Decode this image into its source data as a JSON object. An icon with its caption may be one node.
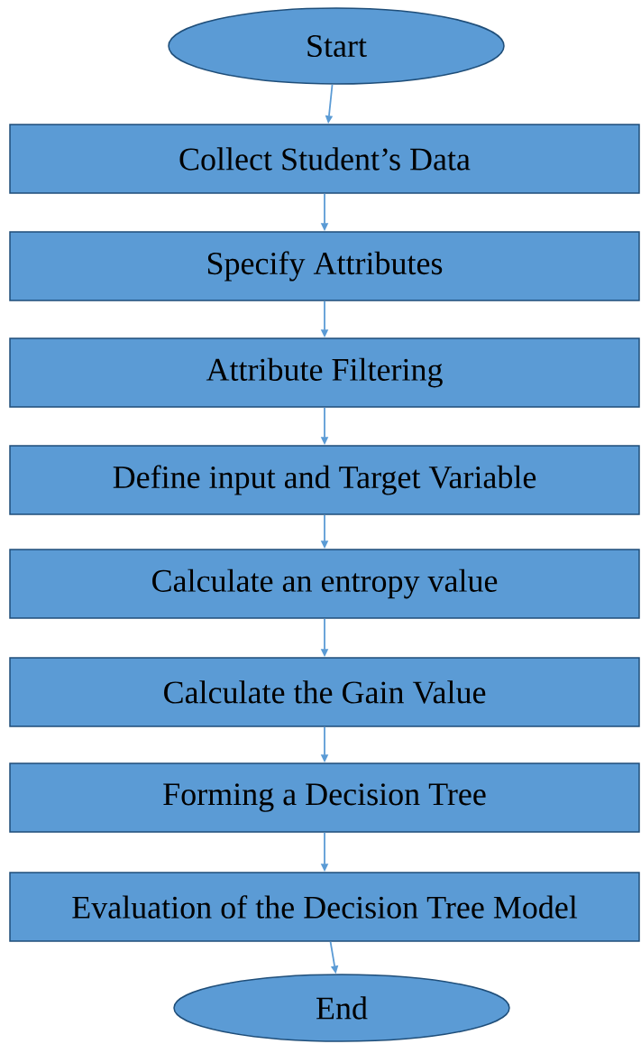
{
  "diagram": {
    "nodes": [
      {
        "text": [
          "Start"
        ]
      },
      {
        "text": [
          "Collect Student’s Data"
        ]
      },
      {
        "text": [
          "Specify Attributes"
        ]
      },
      {
        "text": [
          "Attribute Filtering"
        ]
      },
      {
        "text": [
          "Define input and Target Variable"
        ]
      },
      {
        "text": [
          "Calculate an entropy value"
        ]
      },
      {
        "text": [
          "Calculate the Gain Value"
        ]
      },
      {
        "text": [
          "Forming a Decision Tree"
        ]
      },
      {
        "text": [
          "Evaluation of the Decision Tree Model"
        ]
      },
      {
        "text": [
          "End"
        ]
      }
    ],
    "edges": [
      {
        "from": 0,
        "to": 1,
        "arrow": "to"
      },
      {
        "from": 1,
        "to": 2,
        "arrow": "to"
      },
      {
        "from": 2,
        "to": 3,
        "arrow": "to"
      },
      {
        "from": 3,
        "to": 4,
        "arrow": "to"
      },
      {
        "from": 4,
        "to": 5,
        "arrow": "to"
      },
      {
        "from": 5,
        "to": 6,
        "arrow": "to"
      },
      {
        "from": 6,
        "to": 7,
        "arrow": "to"
      },
      {
        "from": 7,
        "to": 8,
        "arrow": "to"
      },
      {
        "from": 8,
        "to": 9,
        "arrow": "to"
      }
    ]
  }
}
